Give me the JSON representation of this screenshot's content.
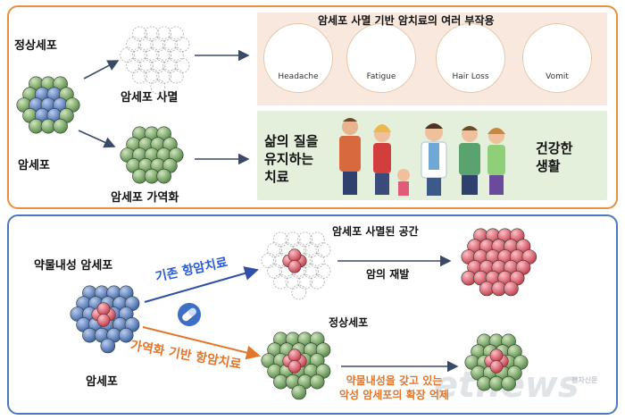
{
  "top": {
    "normal_cell_label": "정상세포",
    "cancer_cell_label": "암세포",
    "cell_death_label": "암세포 사멸",
    "reversion_label": "암세포 가역화",
    "side_effects_title": "암세포 사멸 기반 암치료의 여러 부작용",
    "side_effects": [
      {
        "label": "Headache",
        "icon": "headache-person-icon"
      },
      {
        "label": "Fatigue",
        "icon": "fatigue-bed-icon"
      },
      {
        "label": "Hair Loss",
        "icon": "hair-loss-people-icon"
      },
      {
        "label": "Vomit",
        "icon": "vomit-toilet-icon"
      }
    ],
    "quality_text_lines": [
      "삶의 질을",
      "유지하는",
      "치료"
    ],
    "healthy_life_lines": [
      "건강한",
      "생활"
    ]
  },
  "bottom": {
    "resistant_cell_label": "약물내성 암세포",
    "cancer_cell_label": "암세포",
    "conventional_therapy_label": "기존 항암치료",
    "reversion_therapy_label": "가역화 기반 항암치료",
    "death_space_label": "암세포 사멸된 공간",
    "recurrence_label": "암의 재발",
    "normal_cell_label": "정상세포",
    "suppression_lines": [
      "약물내성을 갖고 있는",
      "악성 암세포의 확장 억제"
    ]
  },
  "watermark": "etnews",
  "watermark_sub": "전자신문",
  "colors": {
    "orange_border": "#e8913a",
    "blue_border": "#4a78c2",
    "cancer_blue": "#5b7fb8",
    "normal_green": "#7aa56a",
    "malignant_red": "#d9596a",
    "arrow_blue": "#2f4fa8",
    "arrow_orange": "#e2762a",
    "label_blue": "#2a5bd7",
    "label_orange": "#e2762a"
  }
}
